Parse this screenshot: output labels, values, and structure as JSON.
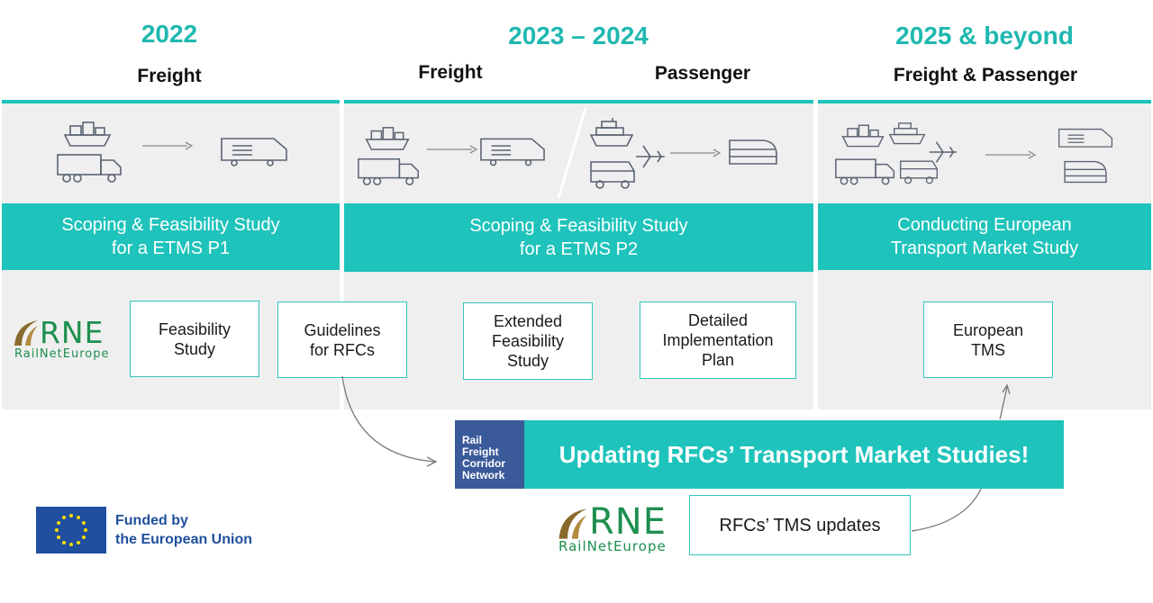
{
  "periods": [
    {
      "year": "2022",
      "modes": [
        "Freight"
      ],
      "band": [
        "Scoping & Feasibility Study",
        "for a ETMS P1"
      ]
    },
    {
      "year": "2023 – 2024",
      "modes": [
        "Freight",
        "Passenger"
      ],
      "band": [
        "Scoping & Feasibility Study",
        "for a ETMS P2"
      ]
    },
    {
      "year": "2025 & beyond",
      "modes": [
        "Freight & Passenger"
      ],
      "band": [
        "Conducting European",
        "Transport Market Study"
      ]
    }
  ],
  "deliverables": {
    "feasibility": [
      "Feasibility",
      "Study"
    ],
    "guidelines": [
      "Guidelines",
      "for RFCs"
    ],
    "extended": [
      "Extended",
      "Feasibility",
      "Study"
    ],
    "detailed": [
      "Detailed",
      "Implementation",
      "Plan"
    ],
    "european_tms": [
      "European",
      "TMS"
    ]
  },
  "rfc_banner": {
    "logo_lines": [
      "Rail",
      "Freight",
      "Corridor",
      "Network"
    ],
    "title": "Updating RFCs’ Transport Market Studies!"
  },
  "rne": {
    "mark": "RNE",
    "name": "RailNetEurope"
  },
  "tms_updates": "RFCs’ TMS updates",
  "eu": {
    "line1": "Funded by",
    "line2": "the European Union"
  },
  "colors": {
    "teal": "#1ec3bb",
    "year_teal": "#1fb8b0",
    "rfc_blue": "#3b5a9a",
    "eu_blue": "#1f4f9e",
    "eu_star": "#ffdd00",
    "rne_brown": "#8a6a2c",
    "rne_green": "#1e8f4f"
  }
}
